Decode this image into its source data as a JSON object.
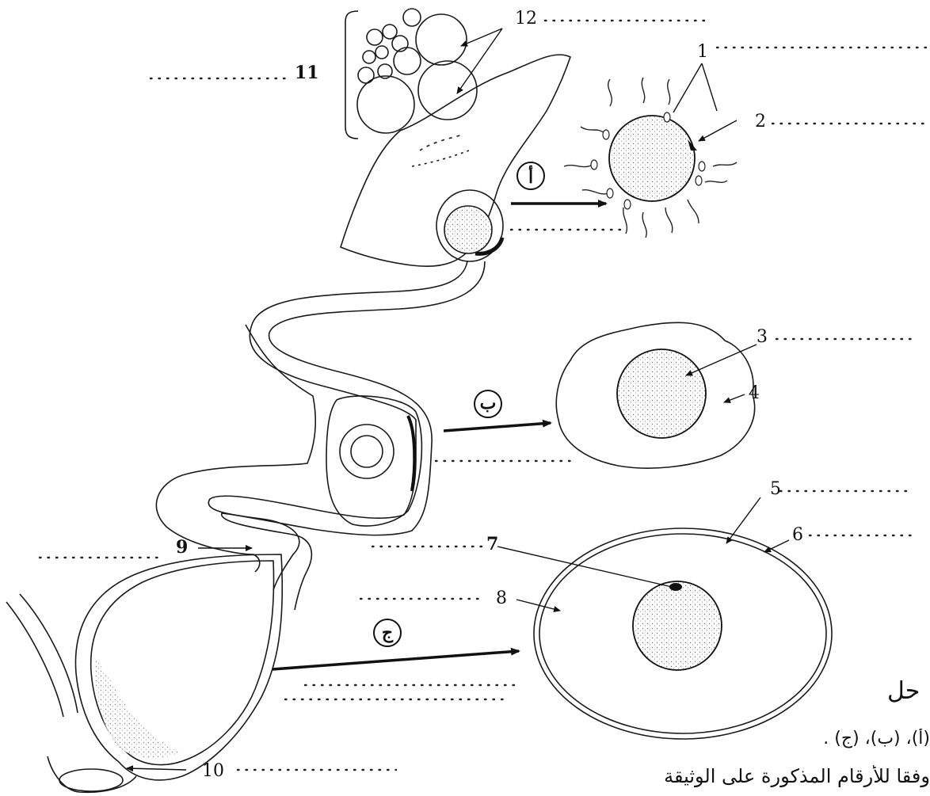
{
  "labels": {
    "n1": "1",
    "n2": "2",
    "n3": "3",
    "n4": "4",
    "n5": "5",
    "n6": "6",
    "n7": "7",
    "n8": "8",
    "n9": "9",
    "n10": "10",
    "n11": "11",
    "n12": "12"
  },
  "stage_letters": {
    "a": "أ",
    "b": "ب",
    "c": "ج"
  },
  "footer": {
    "partial_word": "حل",
    "stages_line": "(أ)، (ب)، (ج) .",
    "truncated_line": "وفقا للأرقام المذكورة على الوثيقة"
  }
}
